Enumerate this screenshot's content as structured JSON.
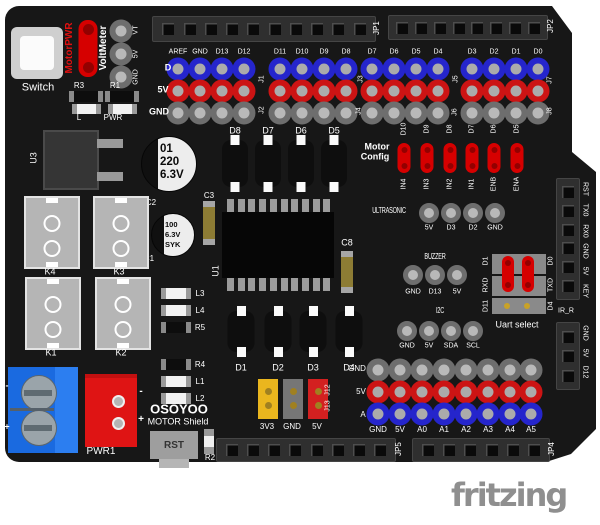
{
  "app": {
    "logo_text": "fritzing"
  },
  "components": {
    "switch_label": "Switch",
    "motor_pwr_label": "MotorPWR",
    "voltmeter_label": "VoltMeter",
    "voltmeter_pins": [
      "VT",
      "5V",
      "GND"
    ],
    "r3_label": "R3",
    "r1_label": "R1",
    "led_l_label": "L",
    "led_pwr_label": "PWR",
    "u3_label": "U3",
    "u1_label": "U1",
    "c3_label": "C3",
    "c8_label": "C8",
    "c2": {
      "name": "C2",
      "value_lines": [
        "01",
        "220",
        "6.3V"
      ]
    },
    "c1": {
      "name": "C1",
      "value_lines": [
        "100",
        "6.3V",
        "SYK"
      ]
    },
    "relays": [
      "K4",
      "K3",
      "K1",
      "K2"
    ],
    "diodes_top": [
      "D8",
      "D7",
      "D6",
      "D5"
    ],
    "diodes_bottom": [
      "D1",
      "D2",
      "D3",
      "D4"
    ],
    "stack_labels": [
      "L3",
      "L4",
      "R5",
      "R4",
      "L1",
      "L2"
    ],
    "brand": "OSOYOO",
    "brand_sub": "MOTOR Shield",
    "rst_button": "RST",
    "r2_label": "R2",
    "pwr1_label": "PWR1",
    "polarity_marks": [
      "-",
      "+"
    ]
  },
  "headers_top": {
    "jp1": "JP1",
    "jp2": "JP2",
    "row_labels": [
      "D",
      "5V",
      "GND"
    ],
    "pins": [
      "AREF",
      "GND",
      "D13",
      "D12",
      "D11",
      "D10",
      "D9",
      "D8",
      "D7",
      "D6",
      "D5",
      "D4",
      "D3",
      "D2",
      "D1",
      "D0"
    ],
    "junctions": [
      "J1",
      "J2",
      "J3",
      "J4",
      "J5",
      "J6",
      "J7",
      "J8"
    ]
  },
  "motor_config": {
    "label_line1": "Motor",
    "label_line2": "Config",
    "top_pins": [
      "D10",
      "D9",
      "D8",
      "D7",
      "D6",
      "D5"
    ],
    "bottom_pins": [
      "IN4",
      "IN3",
      "IN2",
      "IN1",
      "ENB",
      "ENA"
    ]
  },
  "ultrasonic": {
    "label": "ULTRASONIC",
    "pins": [
      "5V",
      "D3",
      "D2",
      "GND"
    ]
  },
  "buzzer": {
    "label": "BUZZER",
    "pins": [
      "GND",
      "D13",
      "5V"
    ]
  },
  "i2c": {
    "label": "I2C",
    "pins": [
      "GND",
      "5V",
      "SDA",
      "SCL"
    ]
  },
  "uart_select": {
    "label": "Uart select",
    "left": [
      "D1",
      "RXD",
      "D11"
    ],
    "right": [
      "D0",
      "TXD",
      "D4"
    ]
  },
  "right_panel": {
    "main_pins": [
      "RST",
      "TX0",
      "RX0",
      "GND",
      "5V",
      "KEY"
    ],
    "ir_label": "IR_R",
    "aux_pins": [
      "GND",
      "5V",
      "D12"
    ]
  },
  "headers_bottom": {
    "jp5": "JP5",
    "jp4": "JP4",
    "row_labels": [
      "GND",
      "5V",
      "A"
    ],
    "pin_labels": [
      "GND",
      "5V",
      "A0",
      "A1",
      "A2",
      "A3",
      "A4",
      "A5"
    ]
  },
  "power_select": {
    "pin_labels": [
      "3V3",
      "GND",
      "5V"
    ],
    "junctions": [
      "J12",
      "J13"
    ]
  },
  "colors": {
    "board": "#171717",
    "digital_pin": "#2525cc",
    "power_pin": "#cc1414",
    "ground_pin": "#6e6e6e",
    "jumper_red": "#d60000",
    "terminal_blue": "#1a6ae0",
    "terminal_red": "#df1414",
    "select_3v3": "#eab61e",
    "select_gnd": "#767676",
    "select_5v": "#d32020",
    "logo_gray": "#8f8f8f"
  }
}
